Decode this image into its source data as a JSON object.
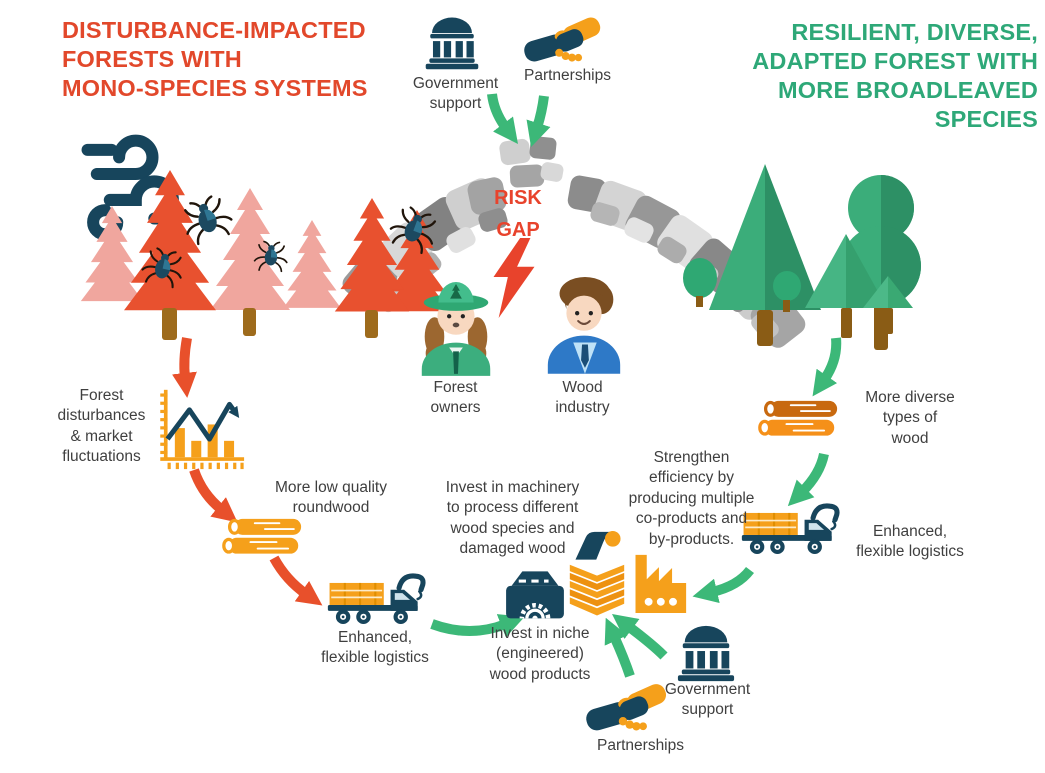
{
  "titles": {
    "left": "DISTURBANCE-IMPACTED\nFORESTS WITH\nMONO-SPECIES SYSTEMS",
    "right": "RESILIENT, DIVERSE,\nADAPTED FOREST WITH\nMORE BROADLEAVED\nSPECIES"
  },
  "bridge": {
    "risk_gap": "RISK\nGAP"
  },
  "inputs_top": {
    "government_support": "Government\nsupport",
    "partnerships": "Partnerships"
  },
  "actors": {
    "forest_owners": "Forest\nowners",
    "wood_industry": "Wood\nindustry"
  },
  "left_flow": {
    "disturbances": "Forest\ndisturbances\n& market\nfluctuations",
    "roundwood": "More low quality\nroundwood",
    "logistics": "Enhanced,\nflexible logistics"
  },
  "center_flow": {
    "machinery": "Invest in machinery\nto process different\nwood species and\ndamaged wood",
    "niche": "Invest in niche\n(engineered)\nwood products"
  },
  "right_flow": {
    "diverse_wood": "More diverse\ntypes of\nwood",
    "logistics": "Enhanced,\nflexible logistics",
    "strengthen": "Strengthen\nefficiency by\nproducing multiple\nco-products and\nby-products."
  },
  "inputs_bottom": {
    "government_support": "Government\nsupport",
    "partnerships": "Partnerships"
  },
  "colors": {
    "title_red": "#E2482B",
    "title_green": "#2EA878",
    "arrow_red": "#E8502B",
    "arrow_green": "#3CB878",
    "navy": "#17455C",
    "orange": "#F5A01B",
    "label_grey": "#3F3F3F",
    "stone_greys": [
      "#828282",
      "#9A9A9A",
      "#B0B0B0",
      "#CFCFCF",
      "#E0E0E0"
    ]
  },
  "icons": [
    "wind-icon",
    "bark-beetle-icon",
    "damaged-trees",
    "stone-bridge",
    "risk-lightning-icon",
    "government-building-icon",
    "handshake-icon",
    "forest-owner-avatar",
    "wood-industry-avatar",
    "market-fluctuation-chart-icon",
    "roundwood-logs-icon",
    "log-truck-crane-icon",
    "veneer-roll-icon",
    "board-stack-icon",
    "sawmill-machine-icon",
    "factory-icon",
    "healthy-diverse-trees",
    "flow-arrow"
  ]
}
